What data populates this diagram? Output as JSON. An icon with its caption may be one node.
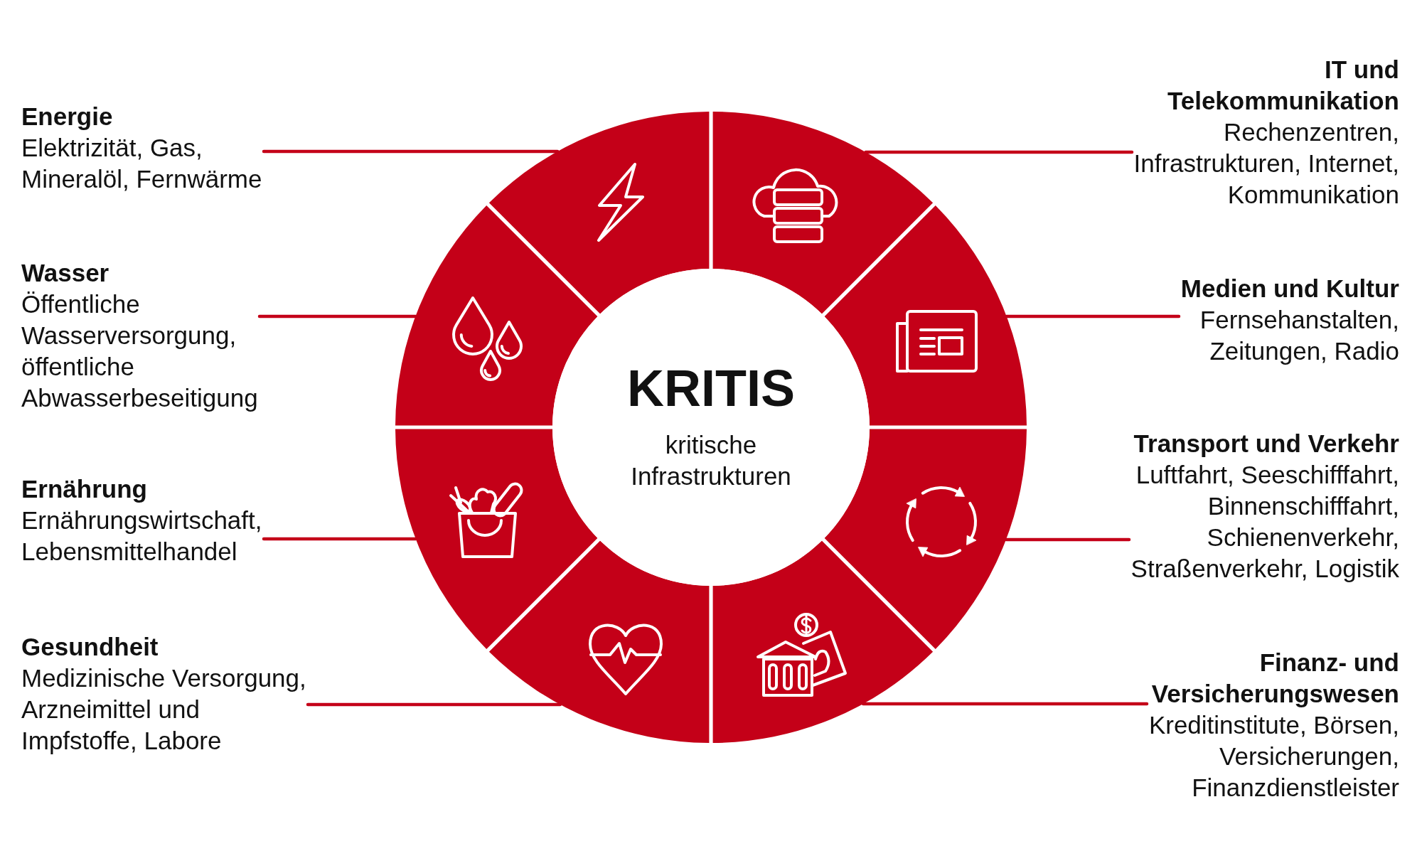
{
  "diagram": {
    "nodes": [
      {
        "text": [
          "Energie",
          "Elektrizität, Gas, Mineralöl, Fernwärme"
        ]
      },
      {
        "text": [
          "Wasser",
          "Öffentliche Wasserversorgung, öffentliche Abwasserbeseitigung"
        ]
      },
      {
        "text": [
          "Ernährung",
          "Ernährungswirtschaft, Lebensmittelhandel"
        ]
      },
      {
        "text": [
          "Gesundheit",
          "Medizinische Versorgung, Arzneimittel und Impfstoffe, Labore"
        ]
      },
      {
        "text": [
          "KRITIS",
          "kritische Infrastrukturen"
        ]
      },
      {
        "text": [],
        "shape": "segment"
      },
      {
        "text": [],
        "shape": "segment"
      },
      {
        "text": [],
        "shape": "segment"
      },
      {
        "text": [],
        "shape": "segment"
      },
      {
        "text": [],
        "shape": "segment"
      },
      {
        "text": [],
        "shape": "segment"
      },
      {
        "text": [],
        "shape": "segment"
      },
      {
        "text": [],
        "shape": "segment"
      },
      {
        "text": [
          "IT und Telekommunikation",
          "Rechenzentren, Infrastrukturen, Internet, Kommunikation"
        ]
      },
      {
        "text": [
          "Medien und Kultur",
          "Fernsehanstalten, Zeitungen, Radio"
        ]
      },
      {
        "text": [
          "Transport und Verkehr",
          "Luftfahrt, Seeschifffahrt, Binnenschifffahrt, Schienenverkehr, Straßenverkehr, Logistik"
        ]
      },
      {
        "text": [
          "Finanz- und Versicherungswesen",
          "Kreditinstitute, Börsen, Versicherungen, Finanzdienstleister"
        ]
      }
    ],
    "edges": [
      {
        "from": 0,
        "to": 5,
        "arrow": "none"
      },
      {
        "from": 1,
        "to": 6,
        "arrow": "none"
      },
      {
        "from": 2,
        "to": 7,
        "arrow": "none"
      },
      {
        "from": 3,
        "to": 8,
        "arrow": "none"
      },
      {
        "from": 13,
        "to": 9,
        "arrow": "none"
      },
      {
        "from": 14,
        "to": 10,
        "arrow": "none"
      },
      {
        "from": 15,
        "to": 11,
        "arrow": "none"
      },
      {
        "from": 16,
        "to": 12,
        "arrow": "none"
      }
    ]
  }
}
